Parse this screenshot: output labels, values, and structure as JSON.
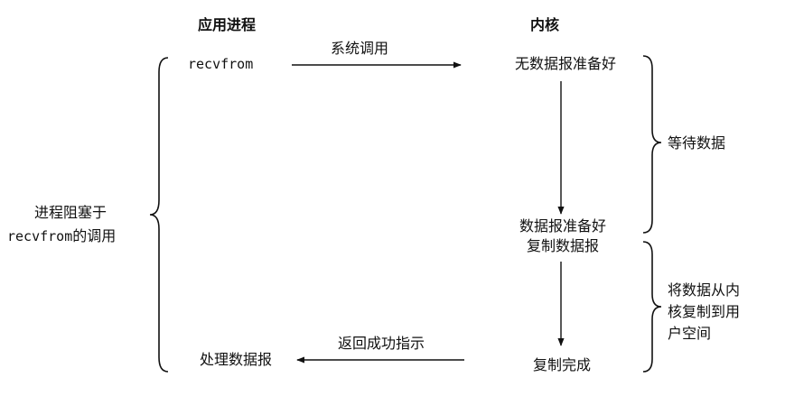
{
  "headers": {
    "app": "应用进程",
    "kernel": "内核"
  },
  "app": {
    "recvfrom": "recvfrom",
    "process_datagram": "处理数据报"
  },
  "left_label": {
    "line1": "进程阻塞于",
    "line2_code": "recvfrom",
    "line2_rest": "的调用"
  },
  "arrows": {
    "syscall": "系统调用",
    "return_ok": "返回成功指示"
  },
  "kernel": {
    "not_ready": "无数据报准备好",
    "ready": "数据报准备好",
    "copying": "复制数据报",
    "copy_done": "复制完成"
  },
  "phases": {
    "wait": "等待数据",
    "copy_line1": "将数据从内",
    "copy_line2": "核复制到用",
    "copy_line3": "户空间"
  },
  "colors": {
    "ink": "#111111",
    "background": "#ffffff"
  }
}
